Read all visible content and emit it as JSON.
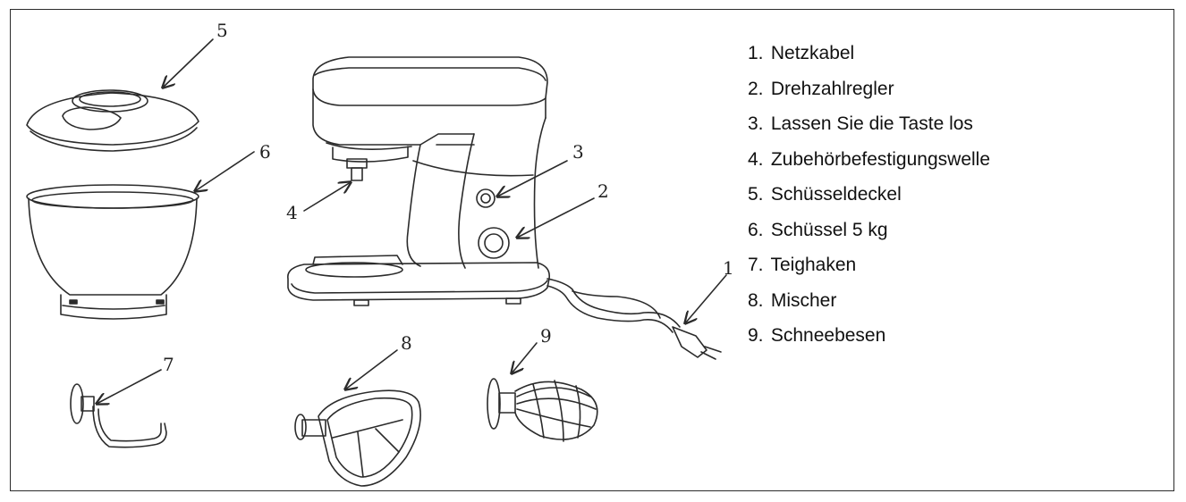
{
  "legend": [
    {
      "num": "1.",
      "label": "Netzkabel"
    },
    {
      "num": "2.",
      "label": "Drehzahlregler"
    },
    {
      "num": "3.",
      "label": "Lassen Sie die Taste los"
    },
    {
      "num": "4.",
      "label": "Zubehörbefestigungswelle"
    },
    {
      "num": "5.",
      "label": "Schüsseldeckel"
    },
    {
      "num": "6.",
      "label": "Schüssel 5 kg"
    },
    {
      "num": "7.",
      "label": "Teighaken"
    },
    {
      "num": "8.",
      "label": "Mischer"
    },
    {
      "num": "9.",
      "label": "Schneebesen"
    }
  ],
  "callouts": {
    "c1": "1",
    "c2": "2",
    "c3": "3",
    "c4": "4",
    "c5": "5",
    "c6": "6",
    "c7": "7",
    "c8": "8",
    "c9": "9"
  },
  "colors": {
    "line": "#2b2b2b",
    "frame": "#2b2b2b",
    "text": "#111111"
  }
}
